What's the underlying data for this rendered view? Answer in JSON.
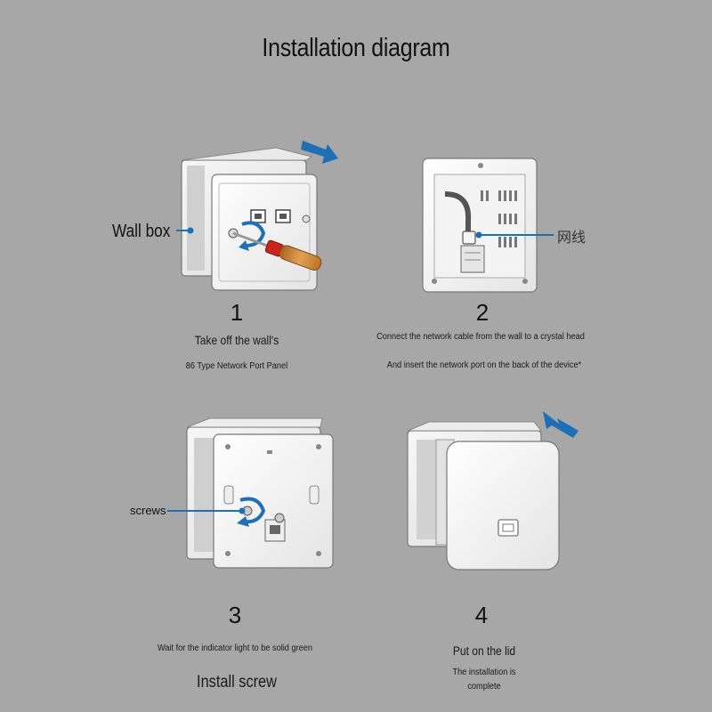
{
  "title": "Installation diagram",
  "steps": [
    {
      "number": "1",
      "callout": "Wall box",
      "lines": [
        "Take off the wall's",
        "86 Type Network Port Panel"
      ]
    },
    {
      "number": "2",
      "callout": "网线",
      "lines": [
        "Connect the network cable from the wall to a crystal head",
        "And insert the network port on the back of the device*"
      ]
    },
    {
      "number": "3",
      "callout": "screws",
      "lines": [
        "Wait for the indicator light to be solid green",
        "Install screw"
      ]
    },
    {
      "number": "4",
      "callout": "",
      "lines": [
        "Put on the lid",
        "The installation is",
        "complete"
      ]
    }
  ],
  "colors": {
    "background": "#a7a7a7",
    "arrow_blue": "#1f6fb5",
    "screwdriver_red": "#c8261b",
    "screwdriver_handle": "#c98a3a"
  }
}
